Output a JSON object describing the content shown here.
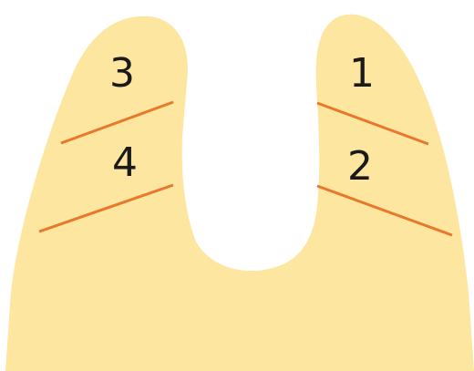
{
  "diagram": {
    "colors": {
      "fill": "#fce6a0",
      "divider": "#e8782a",
      "background": "#ffffff",
      "label": "#1a1a1a"
    },
    "regions": [
      {
        "id": "region-1",
        "label": "1"
      },
      {
        "id": "region-2",
        "label": "2"
      },
      {
        "id": "region-3",
        "label": "3"
      },
      {
        "id": "region-4",
        "label": "4"
      }
    ]
  }
}
